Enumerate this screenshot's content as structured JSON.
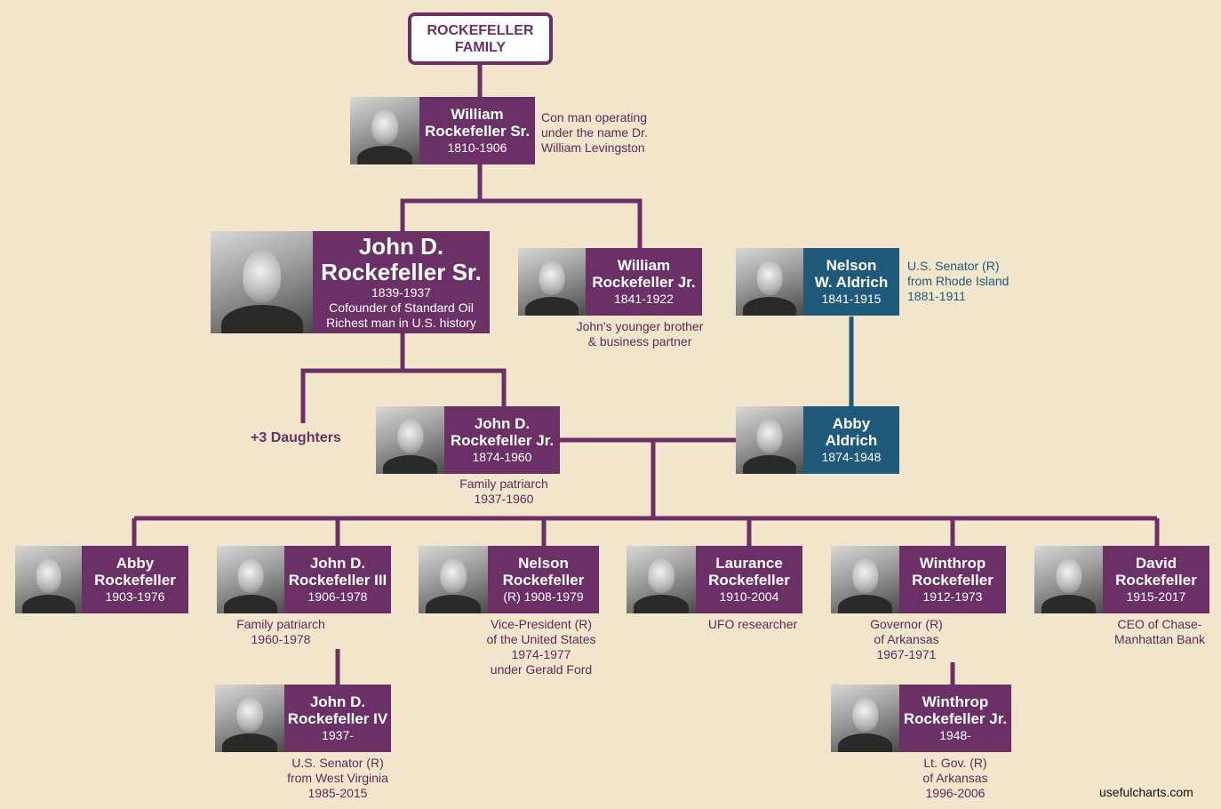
{
  "title": [
    "ROCKEFELLER",
    "FAMILY"
  ],
  "colors": {
    "background": "#f1e6cb",
    "rockefeller": "#6b3066",
    "aldrich": "#1f5a7a"
  },
  "people": {
    "william_sr": {
      "name": [
        "William",
        "Rockefeller Sr."
      ],
      "dates": "1810-1906",
      "note": [
        "Con man operating",
        "under the name Dr.",
        "William Levingston"
      ]
    },
    "john_sr": {
      "name": [
        "John D.",
        "Rockefeller Sr."
      ],
      "dates": "1839-1937",
      "extra": [
        "Cofounder of Standard Oil",
        "Richest man in U.S. history"
      ]
    },
    "william_jr": {
      "name": [
        "William",
        "Rockefeller Jr."
      ],
      "dates": "1841-1922",
      "note": [
        "John's younger brother",
        "& business partner"
      ]
    },
    "nelson_aldrich": {
      "name": [
        "Nelson",
        "W. Aldrich"
      ],
      "dates": "1841-1915",
      "note": [
        "U.S. Senator (R)",
        "from Rhode Island",
        "1881-1911"
      ]
    },
    "john_jr": {
      "name": [
        "John D.",
        "Rockefeller Jr."
      ],
      "dates": "1874-1960",
      "note": [
        "Family patriarch",
        "1937-1960"
      ]
    },
    "abby_aldrich": {
      "name": [
        "Abby",
        "Aldrich"
      ],
      "dates": "1874-1948"
    },
    "abby": {
      "name": [
        "Abby",
        "Rockefeller"
      ],
      "dates": "1903-1976"
    },
    "john_iii": {
      "name": [
        "John D.",
        "Rockefeller III"
      ],
      "dates": "1906-1978",
      "note": [
        "Family patriarch",
        "1960-1978"
      ]
    },
    "nelson": {
      "name": [
        "Nelson",
        "Rockefeller"
      ],
      "dates": "(R) 1908-1979",
      "note": [
        "Vice-President (R)",
        "of the United States",
        "1974-1977",
        "under Gerald Ford"
      ]
    },
    "laurance": {
      "name": [
        "Laurance",
        "Rockefeller"
      ],
      "dates": "1910-2004",
      "note": [
        "UFO researcher"
      ]
    },
    "winthrop": {
      "name": [
        "Winthrop",
        "Rockefeller"
      ],
      "dates": "1912-1973",
      "note": [
        "Governor (R)",
        "of Arkansas",
        "1967-1971"
      ]
    },
    "david": {
      "name": [
        "David",
        "Rockefeller"
      ],
      "dates": "1915-2017",
      "note": [
        "CEO of Chase-",
        "Manhattan Bank"
      ]
    },
    "john_iv": {
      "name": [
        "John D.",
        "Rockefeller IV"
      ],
      "dates": "1937-",
      "note": [
        "U.S. Senator (R)",
        "from West Virginia",
        "1985-2015"
      ]
    },
    "winthrop_jr": {
      "name": [
        "Winthrop",
        "Rockefeller Jr."
      ],
      "dates": "1948-",
      "note": [
        "Lt. Gov. (R)",
        "of Arkansas",
        "1996-2006"
      ]
    }
  },
  "daughters": "+3 Daughters",
  "credit": "usefulcharts.com"
}
